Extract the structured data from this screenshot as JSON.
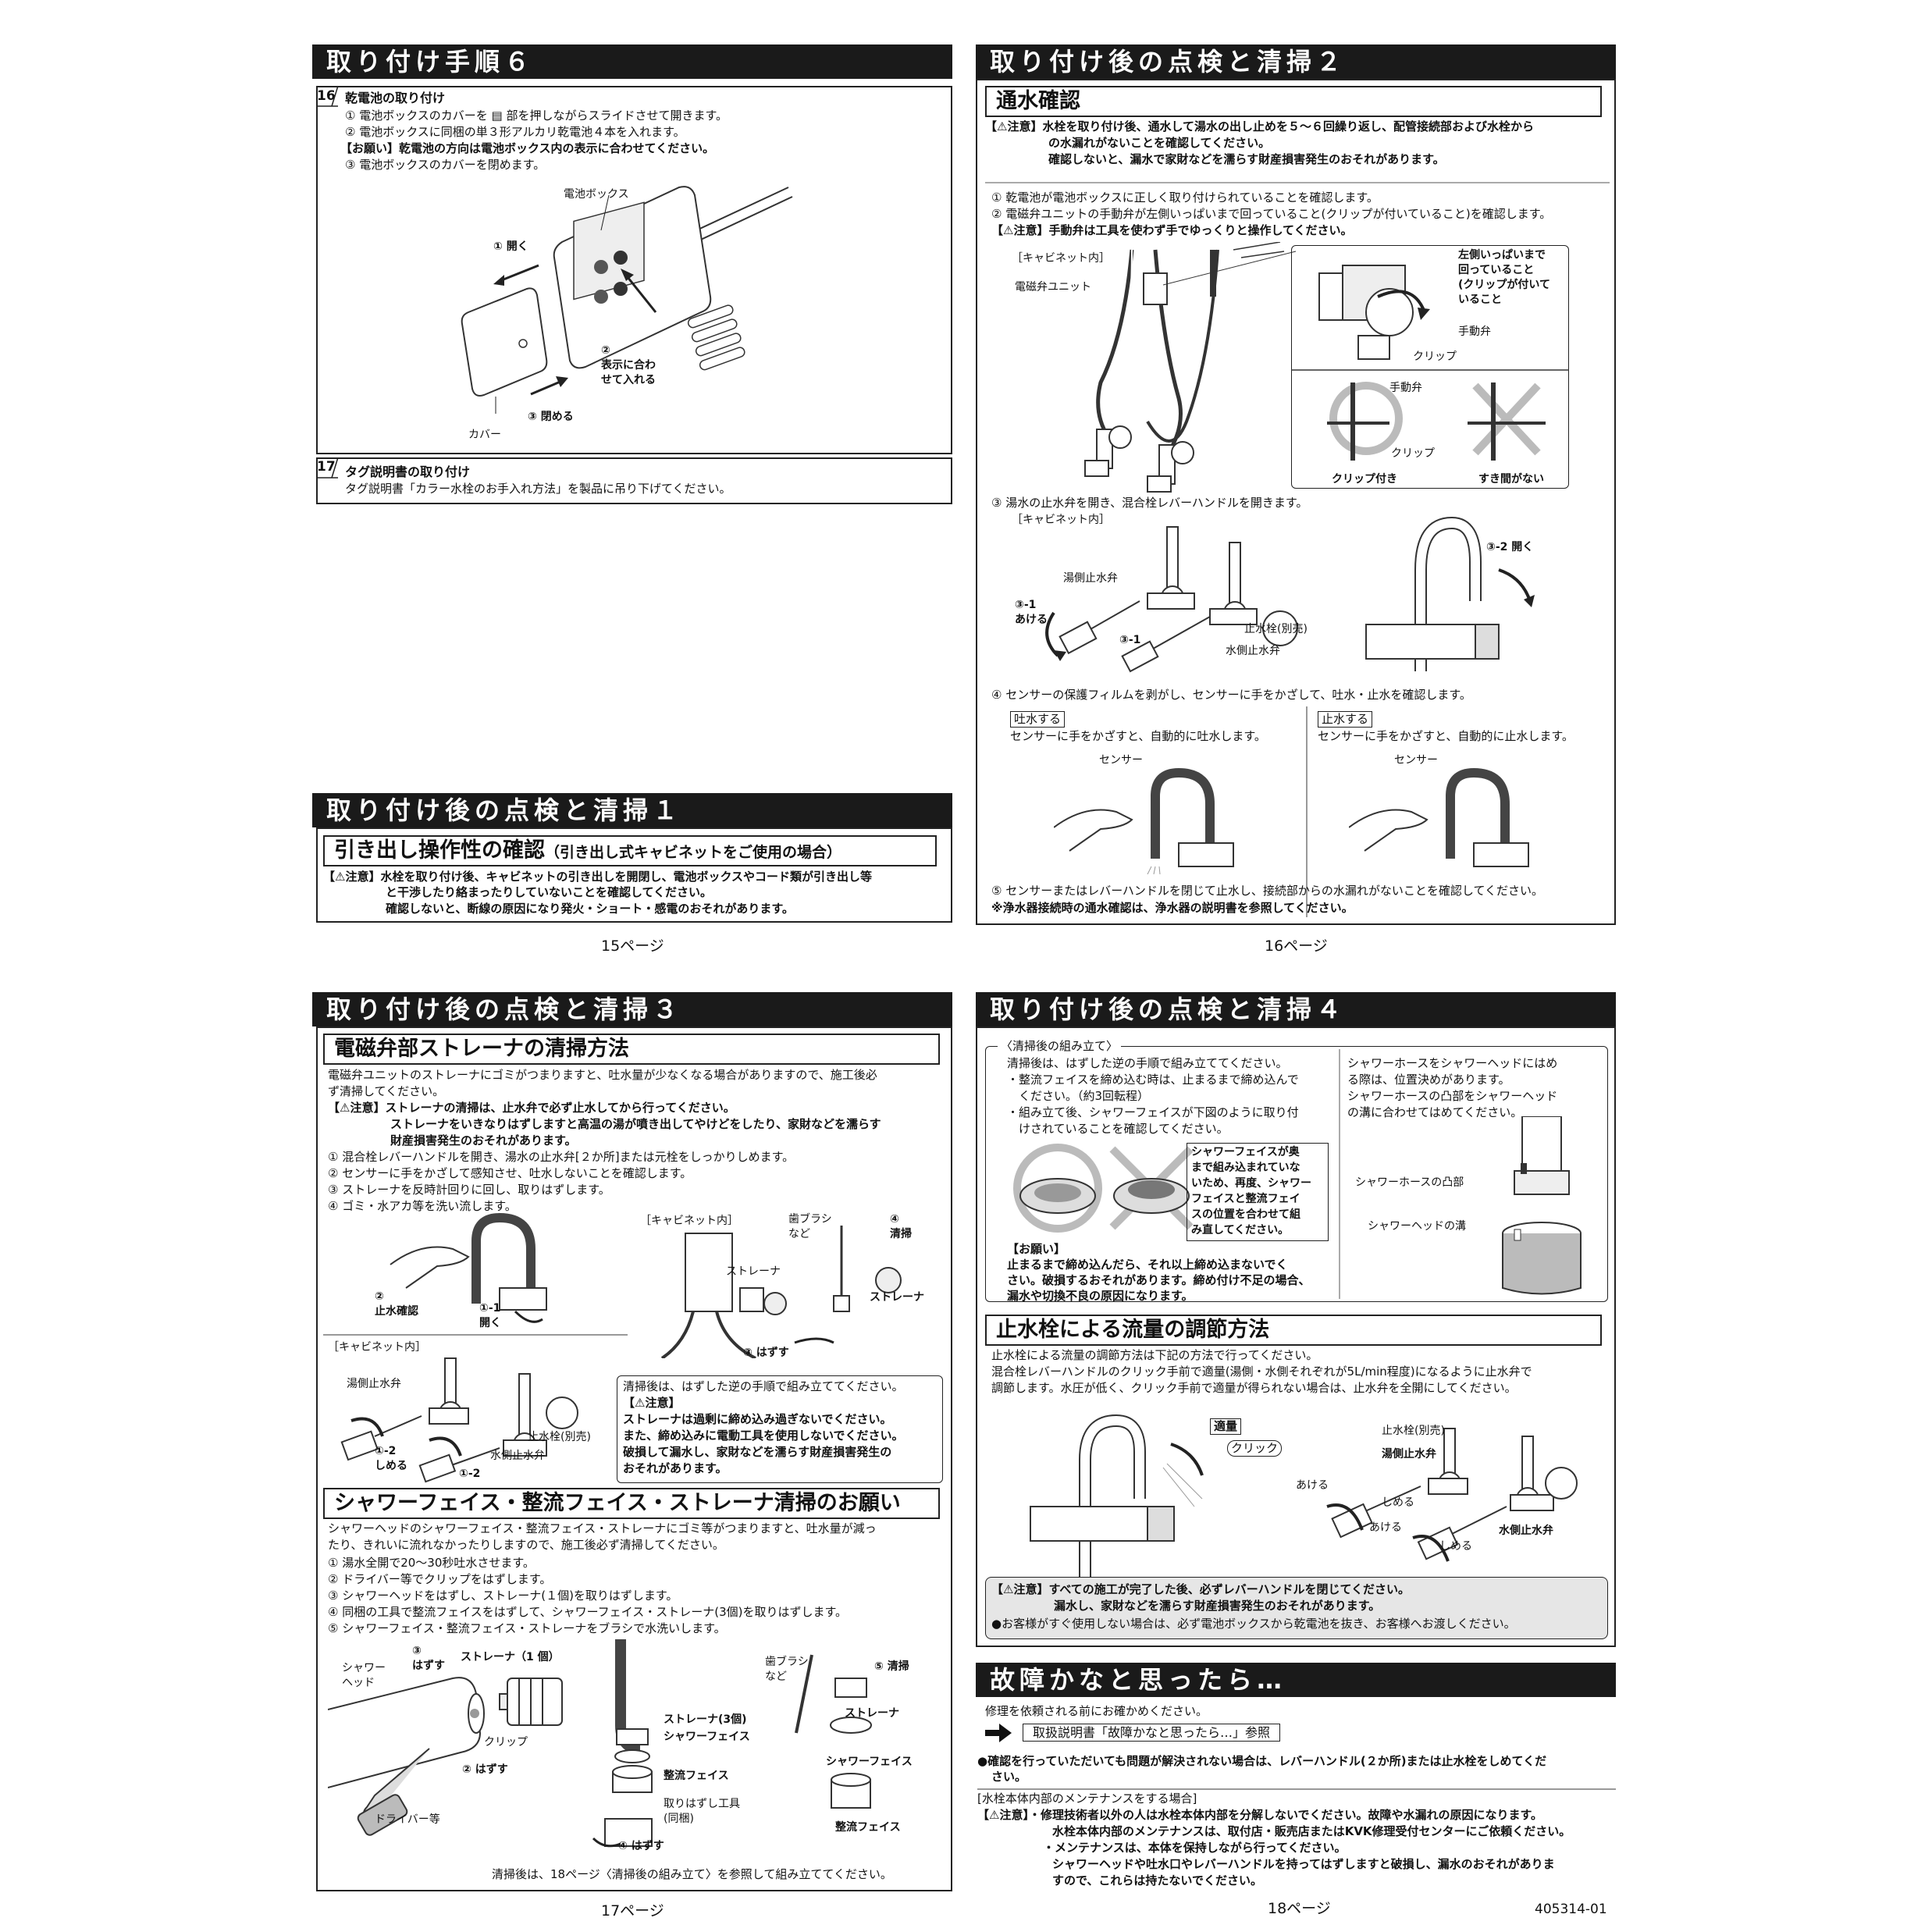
{
  "p15": {
    "header": "取り付け手順６",
    "step16": {
      "num": "16",
      "title": "乾電池の取り付け",
      "lines": [
        "① 電池ボックスのカバーを ▤ 部を押しながらスライドさせて開きます。",
        "② 電池ボックスに同梱の単３形アルカリ乾電池４本を入れます。",
        "【お願い】乾電池の方向は電池ボックス内の表示に合わせてください。",
        "③ 電池ボックスのカバーを閉めます。"
      ],
      "labels": {
        "box": "電池ボックス",
        "open": "① 開く",
        "insert": "②\n表示に合わ\nせて入れる",
        "close": "③ 閉める",
        "cover": "カバー"
      }
    },
    "step17": {
      "num": "17",
      "title": "タグ説明書の取り付け",
      "line": "タグ説明書「カラー水栓のお手入れ方法」を製品に吊り下げてください。"
    },
    "inspect1": {
      "header": "取り付け後の点検と清掃１",
      "sub": "引き出し操作性の確認",
      "sub_note": "（引き出し式キャビネットをご使用の場合）",
      "lines": [
        "【⚠注意】水栓を取り付け後、キャビネットの引き出しを開閉し、電池ボックスやコード類が引き出し等",
        "と干渉したり絡まったりしていないことを確認してください。",
        "確認しないと、断線の原因になり発火・ショート・感電のおそれがあります。"
      ]
    },
    "page": "15ページ"
  },
  "p16": {
    "header": "取り付け後の点検と清掃２",
    "sub": "通水確認",
    "caution": [
      "【⚠注意】水栓を取り付け後、通水して湯水の出し止めを５～６回繰り返し、配管接続部および水栓から",
      "の水漏れがないことを確認してください。",
      "確認しないと、漏水で家財などを濡らす財産損害発生のおそれがあります。"
    ],
    "lines1": [
      "① 乾電池が電池ボックスに正しく取り付けられていることを確認します。",
      "② 電磁弁ユニットの手動弁が左側いっぱいまで回っていること(クリップが付いていること)を確認します。",
      "【⚠注意】手動弁は工具を使わず手でゆっくりと操作してください。"
    ],
    "fig1": {
      "cabinet": "［キャビネット内］",
      "unit": "電磁弁ユニット",
      "left": "左側いっぱいまで\n回っていること\n(クリップが付いて\nいること",
      "manual": "手動弁",
      "clip": "クリップ",
      "manual2": "手動弁",
      "clip2": "クリップ",
      "ok": "クリップ付き",
      "ng": "すき間がない"
    },
    "line3": "③ 湯水の止水弁を開き、混合栓レバーハンドルを開きます。",
    "fig2": {
      "cabinet": "［キャビネット内］",
      "hot": "湯側止水弁",
      "open31": "③-1\nあける",
      "open31b": "③-1",
      "stop": "止水栓(別売)",
      "cold": "水側止水弁",
      "open32": "③-2 開く"
    },
    "line4": "④ センサーの保護フィルムを剥がし、センサーに手をかざして、吐水・止水を確認します。",
    "on": {
      "tag": "吐水する",
      "text": "センサーに手をかざすと、自動的に吐水します。",
      "sensor": "センサー"
    },
    "off": {
      "tag": "止水する",
      "text": "センサーに手をかざすと、自動的に止水します。",
      "sensor": "センサー"
    },
    "line5": "⑤ センサーまたはレバーハンドルを閉じて止水し、接続部からの水漏れがないことを確認してください。",
    "line6": "※浄水器接続時の通水確認は、浄水器の説明書を参照してください。",
    "page": "16ページ"
  },
  "p17": {
    "header": "取り付け後の点検と清掃３",
    "sub1": "電磁弁部ストレーナの清掃方法",
    "intro": [
      "電磁弁ユニットのストレーナにゴミがつまりますと、吐水量が少なくなる場合がありますので、施工後必",
      "ず清掃してください。"
    ],
    "caution": [
      "【⚠注意】ストレーナの清掃は、止水弁で必ず止水してから行ってください。",
      "ストレーナをいきなりはずしますと高温の湯が噴き出してやけどをしたり、家財などを濡らす",
      "財産損害発生のおそれがあります。"
    ],
    "steps": [
      "① 混合栓レバーハンドルを開き、湯水の止水弁[２か所]または元栓をしっかりしめます。",
      "② センサーに手をかざして感知させ、吐水しないことを確認します。",
      "③ ストレーナを反時計回りに回し、取りはずします。",
      "④ ゴミ・水アカ等を洗い流します。"
    ],
    "fig": {
      "stop2": "②\n止水確認",
      "open12": "①-1\n開く",
      "cabinet": "［キャビネット内］",
      "brush": "歯ブラシ\nなど",
      "wash4": "④\n清掃",
      "strainer": "ストレーナ",
      "strainer2": "ストレーナ",
      "remove3": "③ はずす",
      "cabinet2": "［キャビネット内］",
      "hot": "湯側止水弁",
      "stopcock": "止水栓(別売)",
      "cold": "水側止水弁",
      "close12a": "①-2\nしめる",
      "close12b": "①-2"
    },
    "after": [
      "清掃後は、はずした逆の手順で組み立ててください。",
      "【⚠注意】",
      "ストレーナは過剰に締め込み過ぎないでください。",
      "また、締め込みに電動工具を使用しないでください。",
      "破損して漏水し、家財などを濡らす財産損害発生の",
      "おそれがあります。"
    ],
    "sub2": "シャワーフェイス・整流フェイス・ストレーナ清掃のお願い",
    "intro2": [
      "シャワーヘッドのシャワーフェイス・整流フェイス・ストレーナにゴミ等がつまりますと、吐水量が減っ",
      "たり、きれいに流れなかったりしますので、施工後必ず清掃してください。"
    ],
    "steps2": [
      "① 湯水全開で20～30秒吐水させます。",
      "② ドライバー等でクリップをはずします。",
      "③ シャワーヘッドをはずし、ストレーナ(１個)を取りはずします。",
      "④ 同梱の工具で整流フェイスをはずして、シャワーフェイス・ストレーナ(3個)を取りはずします。",
      "⑤ シャワーフェイス・整流フェイス・ストレーナをブラシで水洗いします。"
    ],
    "fig2": {
      "head": "シャワー\nヘッド",
      "remove3": "③\nはずす",
      "strainer1": "ストレーナ（1 個）",
      "clip": "クリップ",
      "remove2": "② はずす",
      "driver": "ドライバー等",
      "strainer3": "ストレーナ(3個)",
      "face": "シャワーフェイス",
      "rect": "整流フェイス",
      "tool": "取りはずし工具\n(同梱)",
      "remove4": "④ はずす",
      "brush": "歯ブラシ\nなど",
      "wash5": "⑤ 清掃",
      "s": "ストレーナ",
      "f": "シャワーフェイス",
      "r": "整流フェイス"
    },
    "footer": "清掃後は、18ページ〈清掃後の組み立て〉を参照して組み立ててください。",
    "page": "17ページ"
  },
  "p18": {
    "header": "取り付け後の点検と清掃４",
    "assembly": {
      "title": "〈清掃後の組み立て〉",
      "lines": [
        "清掃後は、はずした逆の手順で組み立ててください。",
        "・整流フェイスを締め込む時は、止まるまで締め込んで",
        "ください。（約3回転程）",
        "・組み立て後、シャワーフェイスが下図のように取り付",
        "けされていることを確認してください。"
      ],
      "right": [
        "シャワーホースをシャワーヘッドにはめ",
        "る際は、位置決めがあります。",
        "シャワーホースの凸部をシャワーヘッド",
        "の溝に合わせてはめてください。"
      ],
      "ngnote": [
        "シャワーフェイスが奥",
        "まで組み込まれていな",
        "いため、再度、シャワー",
        "フェイスと整流フェイ",
        "スの位置を合わせて組",
        "み直してください。"
      ],
      "request": [
        "【お願い】",
        "止まるまで締め込んだら、それ以上締め込まないでく",
        "さい。破損するおそれがあります。締め付け不足の場合、",
        "漏水や切換不良の原因になります。"
      ],
      "hose": "シャワーホースの凸部",
      "groove": "シャワーヘッドの溝"
    },
    "flow": {
      "sub": "止水栓による流量の調節方法",
      "lines": [
        "止水栓による流量の調節方法は下記の方法で行ってください。",
        "混合栓レバーハンドルのクリック手前で適量(湯側・水側それぞれが5L/min程度)になるように止水弁で",
        "調節します。水圧が低く、クリック手前で適量が得られない場合は、止水弁を全開にしてください。"
      ],
      "fig": {
        "proper": "適量",
        "click": "クリック",
        "stop": "止水栓(別売)",
        "hot": "湯側止水弁",
        "open1": "あける",
        "close1": "しめる",
        "open2": "あける",
        "close2": "しめる",
        "cold": "水側止水弁"
      }
    },
    "caution": [
      "【⚠注意】すべての施工が完了した後、必ずレバーハンドルを閉じてください。",
      "漏水し、家財などを濡らす財産損害発生のおそれがあります。",
      "●お客様がすぐ使用しない場合は、必ず電池ボックスから乾電池を抜き、お客様へお渡しください。"
    ],
    "trouble": {
      "header": "故障かなと思ったら…",
      "line": "修理を依頼される前にお確かめください。",
      "ref": "取扱説明書「故障かなと思ったら…」参照",
      "note": [
        "●確認を行っていただいても問題が解決されない場合は、レバーハンドル(２か所)または止水栓をしめてくだ",
        "さい。"
      ],
      "maint_title": "[水栓本体内部のメンテナンスをする場合]",
      "maint": [
        "【⚠注意】・修理技術者以外の人は水栓本体内部を分解しないでください。故障や水漏れの原因になります。",
        "水栓本体内部のメンテナンスは、取付店・販売店またはKVK修理受付センターにご依頼ください。",
        "・メンテナンスは、本体を保持しながら行ってください。",
        "シャワーヘッドや吐水口やレバーハンドルを持ってはずしますと破損し、漏水のおそれがありま",
        "すので、これらは持たないでください。"
      ]
    },
    "page": "18ページ",
    "code": "405314-01"
  }
}
